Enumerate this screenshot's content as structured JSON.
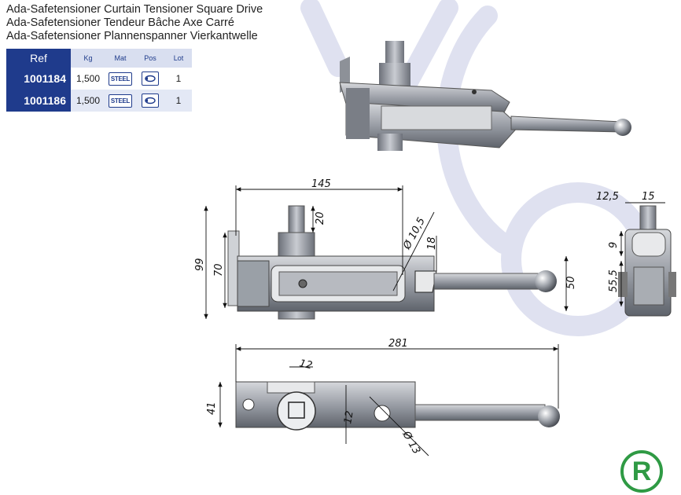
{
  "titles": [
    "Ada-Safetensioner Curtain Tensioner Square Drive",
    "Ada-Safetensioner Tendeur Bâche Axe Carré",
    "Ada-Safetensioner Plannenspanner Vierkantwelle"
  ],
  "table": {
    "headers": {
      "ref": "Ref",
      "kg": "Kg",
      "mat": "Mat",
      "pos": "Pos",
      "lot": "Lot"
    },
    "rows": [
      {
        "ref": "1001184",
        "kg": "1,500",
        "mat": "STEEL",
        "lot": "1"
      },
      {
        "ref": "1001186",
        "kg": "1,500",
        "mat": "STEEL",
        "lot": "1"
      }
    ]
  },
  "dimensions": {
    "front_width": "145",
    "front_top": "20",
    "front_height_total": "99",
    "front_height_body": "70",
    "front_dia": "Ø 10,5",
    "front_18": "18",
    "front_50": "50",
    "side_12_5": "12,5",
    "side_15": "15",
    "side_9": "9",
    "side_55_5": "55,5",
    "top_length": "281",
    "top_height": "41",
    "top_sq_12a": "12",
    "top_sq_12b": "12",
    "top_dia": "Ø 13"
  },
  "badge": {
    "letter": "R"
  },
  "colors": {
    "brand_blue": "#1f3b8c",
    "badge_green": "#2f9a44",
    "watermark": "#dfe1f0"
  }
}
